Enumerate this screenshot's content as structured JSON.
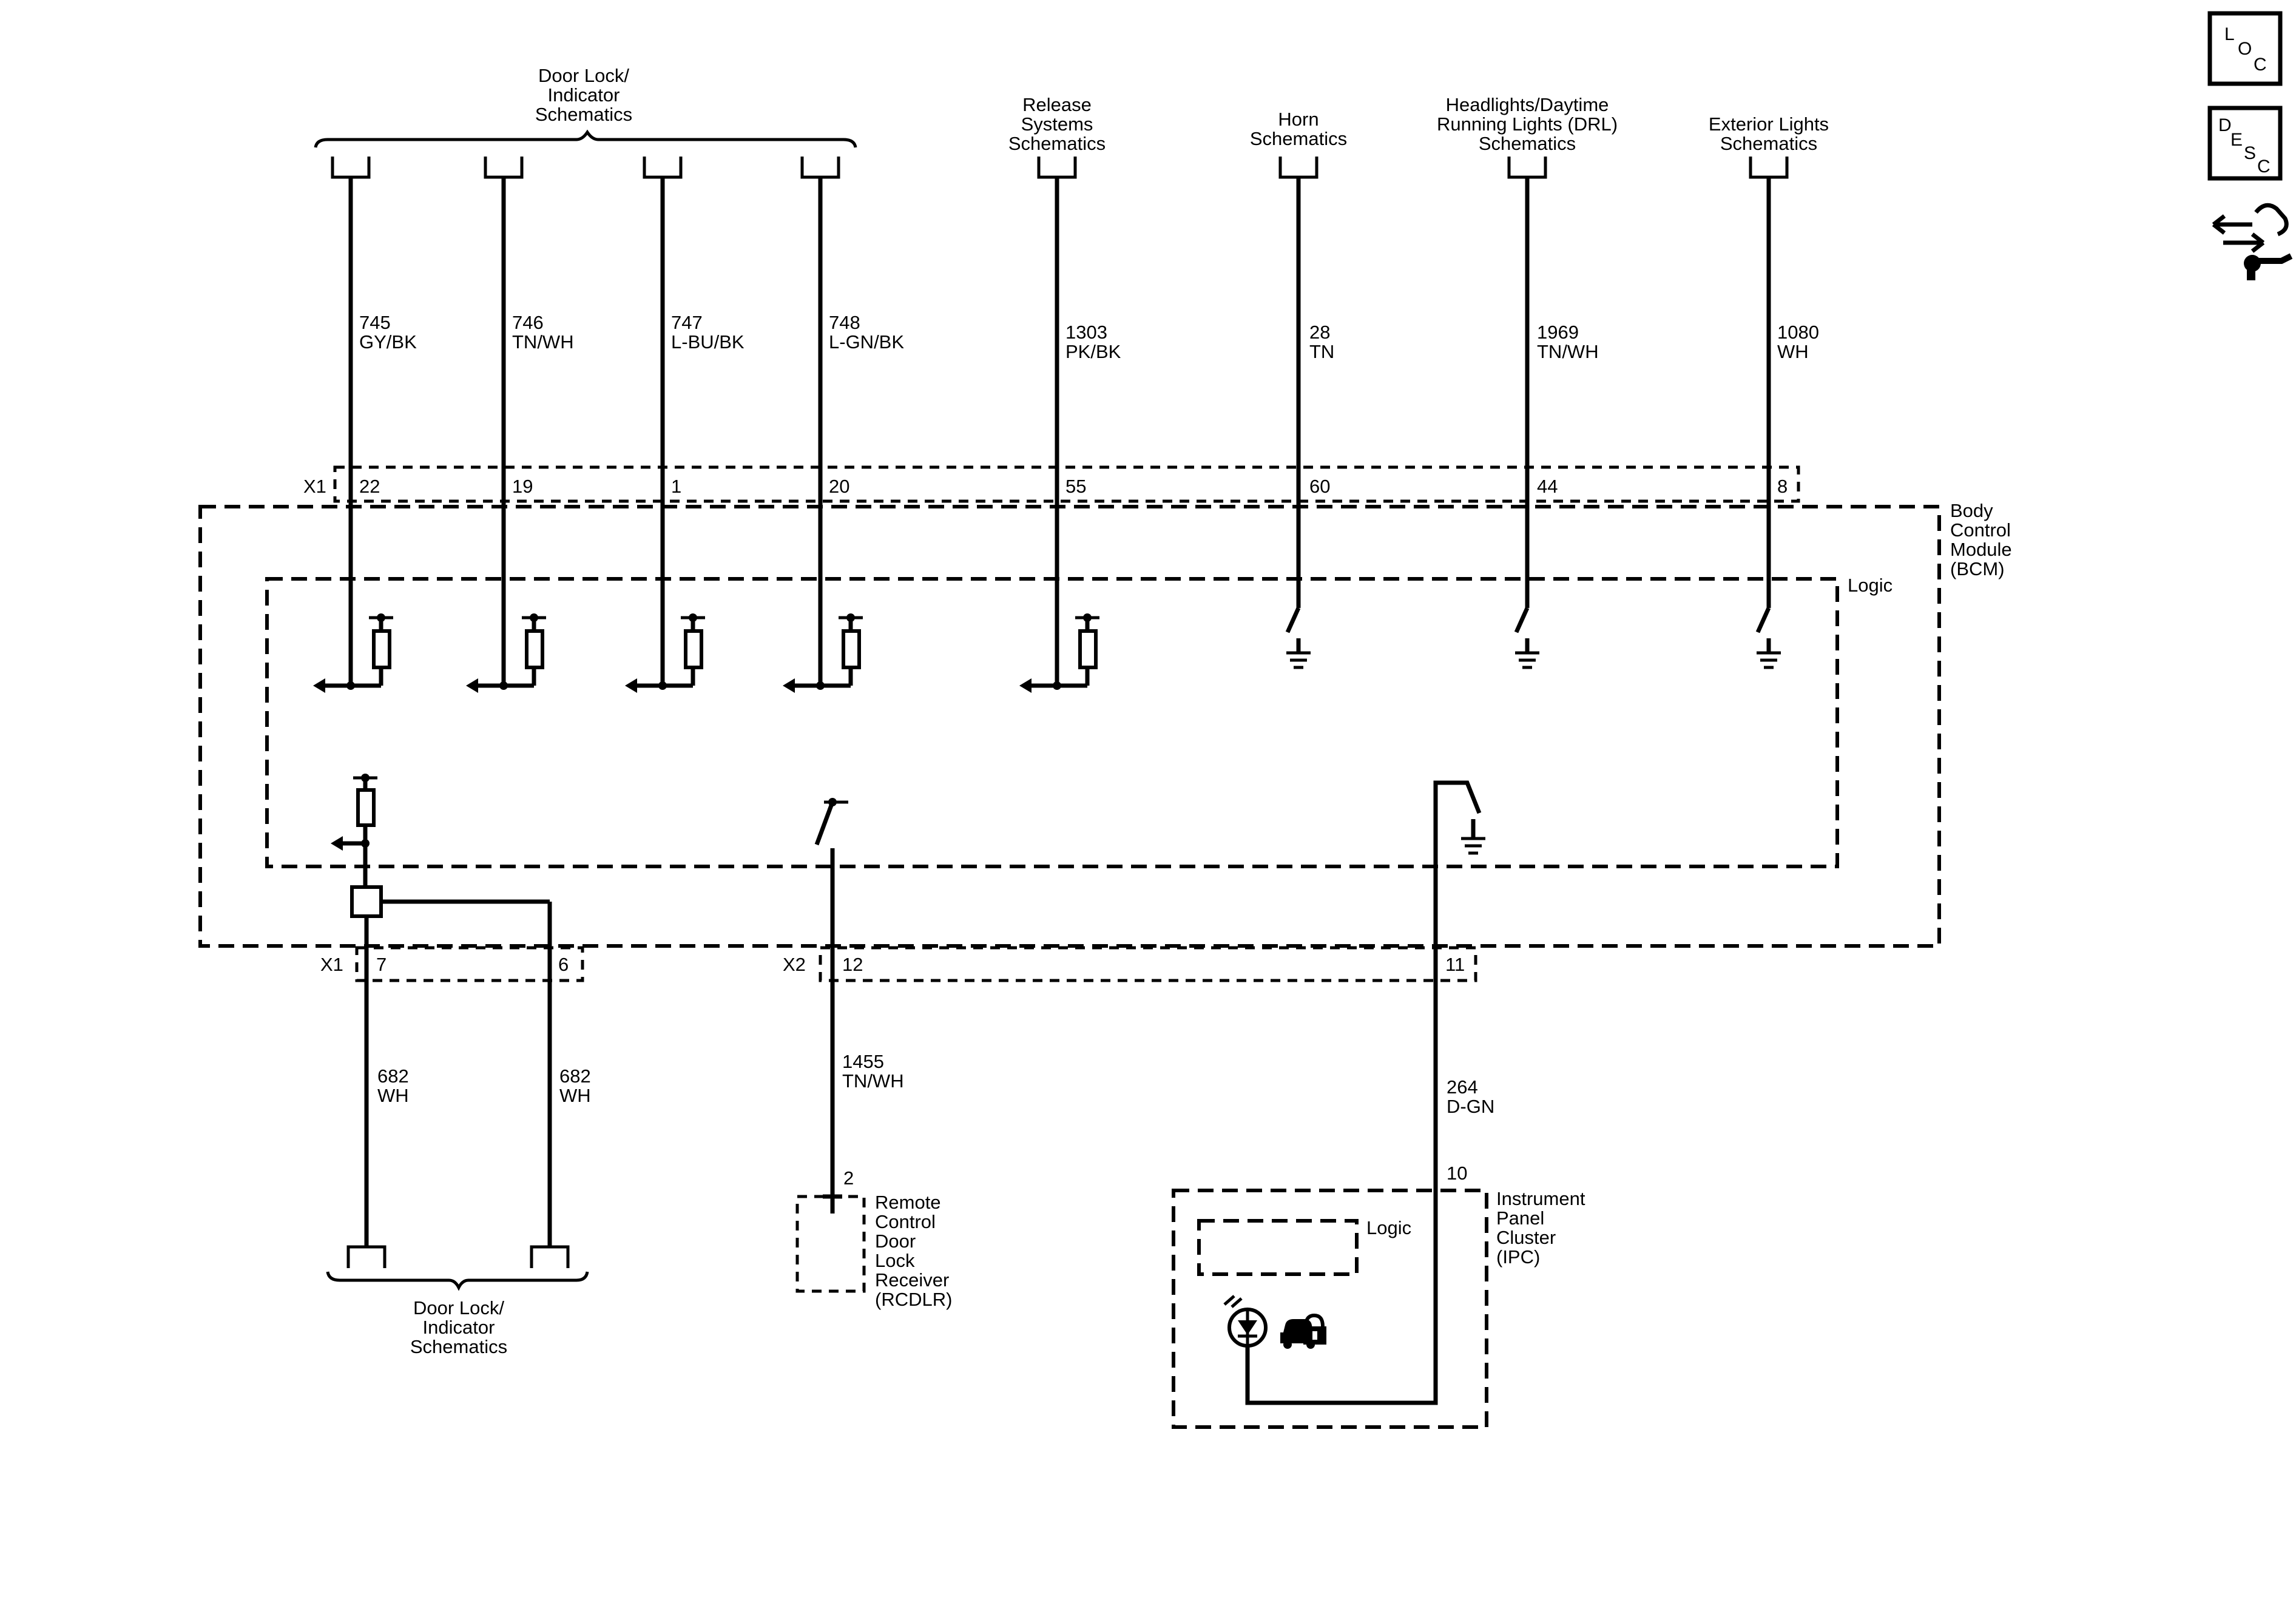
{
  "top_refs": {
    "door_lock": [
      "Door Lock/",
      "Indicator",
      "Schematics"
    ],
    "release": [
      "Release",
      "Systems",
      "Schematics"
    ],
    "horn": [
      "Horn",
      "Schematics"
    ],
    "headlights": [
      "Headlights/Daytime",
      "Running Lights (DRL)",
      "Schematics"
    ],
    "exterior": [
      "Exterior Lights",
      "Schematics"
    ]
  },
  "wires": [
    {
      "circuit": "745",
      "color": "GY/BK"
    },
    {
      "circuit": "746",
      "color": "TN/WH"
    },
    {
      "circuit": "747",
      "color": "L-BU/BK"
    },
    {
      "circuit": "748",
      "color": "L-GN/BK"
    },
    {
      "circuit": "1303",
      "color": "PK/BK"
    },
    {
      "circuit": "28",
      "color": "TN"
    },
    {
      "circuit": "1969",
      "color": "TN/WH"
    },
    {
      "circuit": "1080",
      "color": "WH"
    }
  ],
  "connectors": {
    "x1": "X1",
    "x2": "X2"
  },
  "x1_top_pins": [
    "22",
    "19",
    "1",
    "20",
    "55",
    "60",
    "44",
    "8"
  ],
  "bcm": {
    "label": [
      "Body",
      "Control",
      "Module",
      "(BCM)"
    ],
    "logic": "Logic"
  },
  "bottom": {
    "x1_pins": [
      "7",
      "6"
    ],
    "x2_pins": [
      "12",
      "11"
    ],
    "wire_682a": {
      "circuit": "682",
      "color": "WH"
    },
    "wire_682b": {
      "circuit": "682",
      "color": "WH"
    },
    "wire_1455": {
      "circuit": "1455",
      "color": "TN/WH"
    },
    "wire_264": {
      "circuit": "264",
      "color": "D-GN"
    },
    "rcdlr_pin": "2",
    "ipc_pin": "10",
    "door_lock_ref": [
      "Door Lock/",
      "Indicator",
      "Schematics"
    ],
    "rcdlr": [
      "Remote",
      "Control",
      "Door",
      "Lock",
      "Receiver",
      "(RCDLR)"
    ],
    "ipc": [
      "Instrument",
      "Panel",
      "Cluster",
      "(IPC)"
    ],
    "ipc_logic": "Logic"
  },
  "side_icons": {
    "loc": [
      "L",
      "O",
      "C"
    ],
    "desc": [
      "D",
      "E",
      "S",
      "C"
    ]
  }
}
